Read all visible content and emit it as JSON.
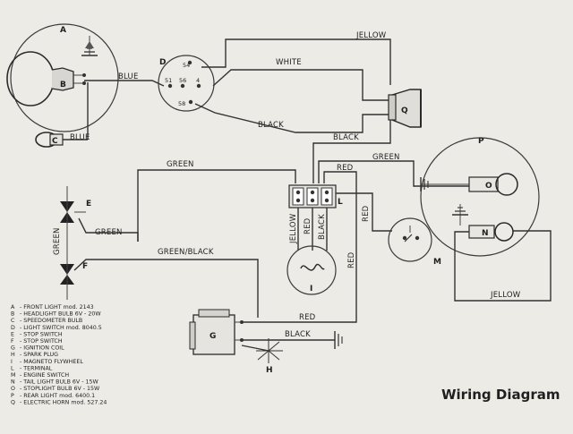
{
  "title": "Wiring Diagram",
  "wire_labels": {
    "yellow_top": "JELLOW",
    "white": "WHITE",
    "black_d_q": "BLACK",
    "black_q_down": "BLACK",
    "blue_a_d": "BLUE",
    "blue_c": "BLUE",
    "green_top": "GREEN",
    "green_mid": "GREEN",
    "green_right": "GREEN",
    "red_top": "RED",
    "green_black": "GREEN/BLACK",
    "green_vertical": "GREEN",
    "yellow_vertical": "JELLOW",
    "red_vertical_1": "RED",
    "black_vertical": "BLACK",
    "red_vertical_2": "RED",
    "red_vertical_3": "RED",
    "red_bottom": "RED",
    "black_bottom": "BLACK",
    "yellow_bottom": "JELLOW"
  },
  "component_labels": {
    "A": "A",
    "B": "B",
    "C": "C",
    "D": "D",
    "E": "E",
    "F": "F",
    "G": "G",
    "H": "H",
    "I": "I",
    "L": "L",
    "M": "M",
    "N": "N",
    "O": "O",
    "P": "P",
    "Q": "Q"
  },
  "terminal_labels": {
    "t54": "54",
    "t51": "51",
    "t56": "56",
    "t4": "4",
    "t58": "58"
  },
  "legend": [
    {
      "key": "A",
      "text": "- FRONT LIGHT mod. 2143"
    },
    {
      "key": "B",
      "text": "- HEADLIGHT BULB 6V - 20W"
    },
    {
      "key": "C",
      "text": "- SPEEDOMETER BULB"
    },
    {
      "key": "D",
      "text": "- LIGHT SWITCH mod. 8040.5"
    },
    {
      "key": "E",
      "text": "- STOP SWITCH"
    },
    {
      "key": "F",
      "text": "- STOP SWITCH"
    },
    {
      "key": "G",
      "text": "- IGNITION COIL"
    },
    {
      "key": "H",
      "text": "- SPARK PLUG"
    },
    {
      "key": "I",
      "text": "- MAGNETO FLYWHEEL"
    },
    {
      "key": "L",
      "text": "- TERMINAL"
    },
    {
      "key": "M",
      "text": "- ENGINE SWITCH"
    },
    {
      "key": "N",
      "text": "- TAIL LIGHT BULB 6V - 15W"
    },
    {
      "key": "O",
      "text": "- STOPLIGHT BULB 6V - 15W"
    },
    {
      "key": "P",
      "text": "- REAR LIGHT mod. 6400.1"
    },
    {
      "key": "Q",
      "text": "- ELECTRIC HORN mod. 527.24"
    }
  ]
}
